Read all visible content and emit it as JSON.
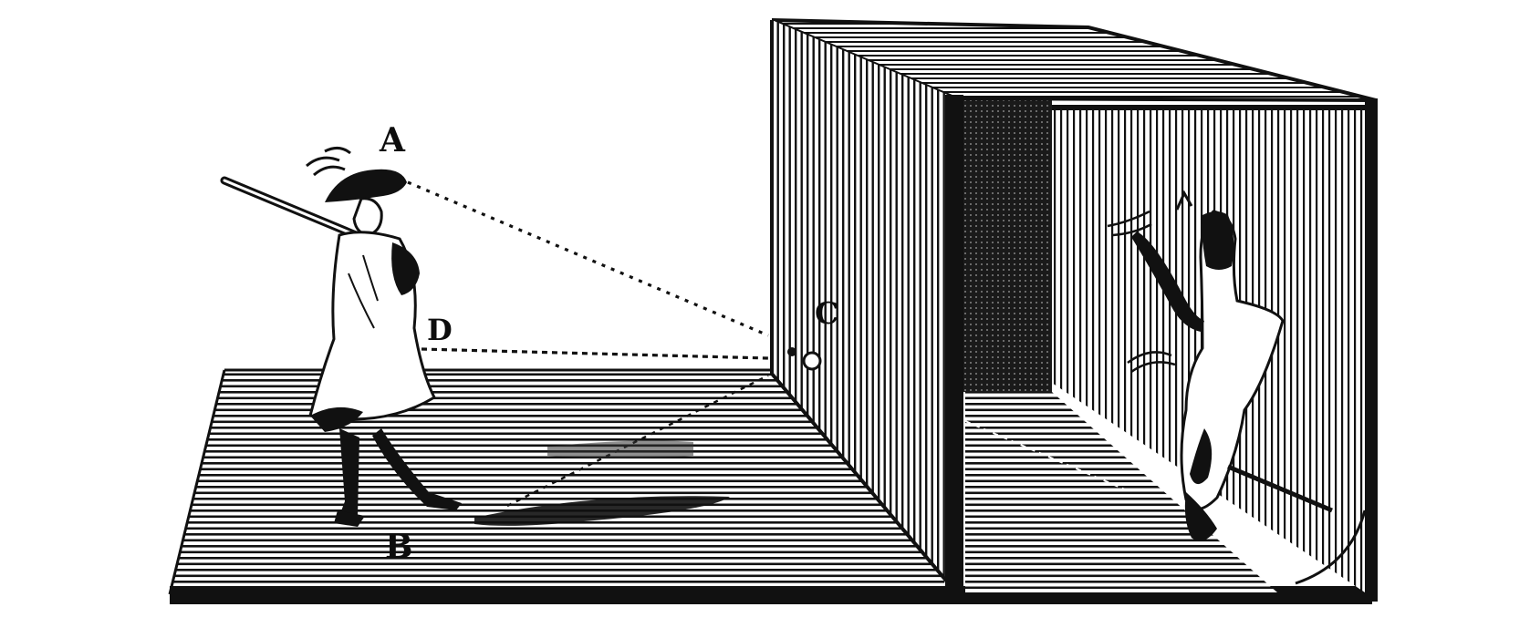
{
  "labels": {
    "a": "A",
    "b": "B",
    "c": "C",
    "d": "D"
  },
  "colors": {
    "ink": "#0d0d0d",
    "paper": "#ffffff"
  }
}
